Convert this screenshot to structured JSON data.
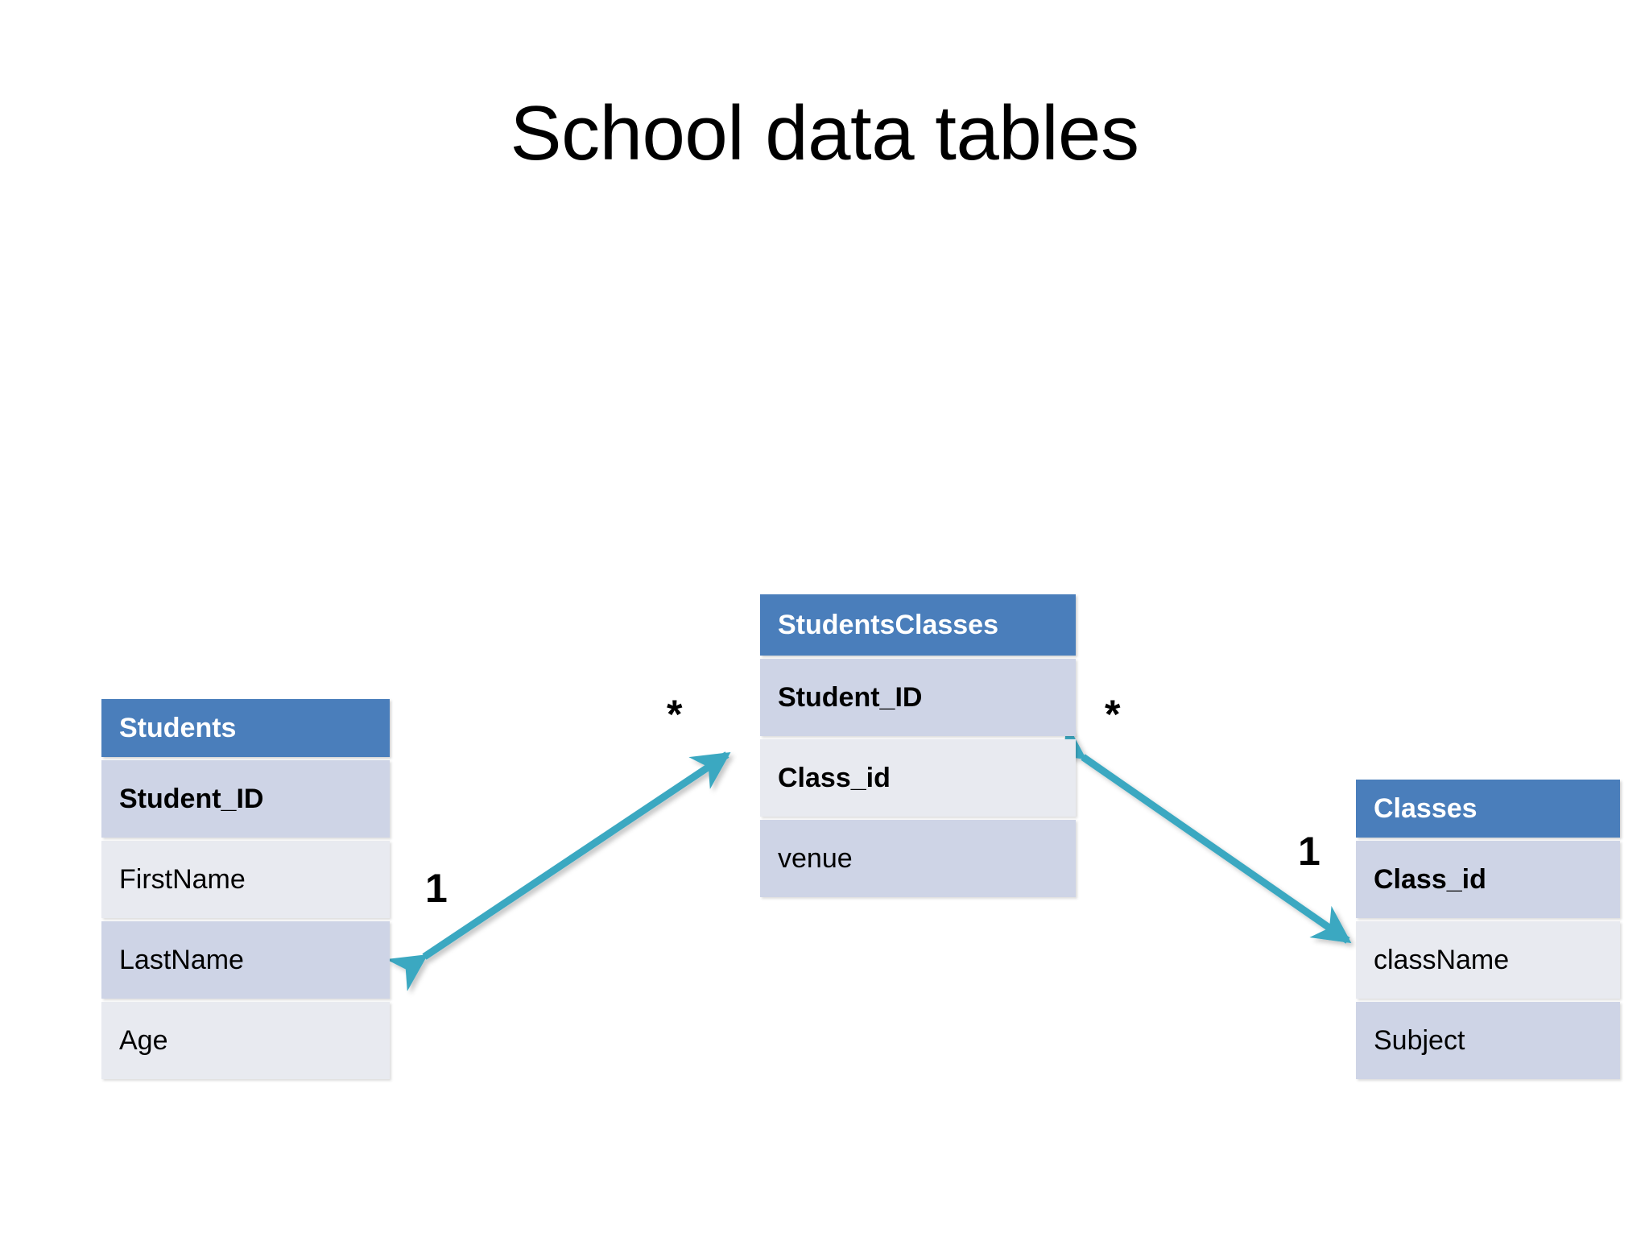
{
  "slide": {
    "title": "School data tables",
    "background_color": "#ffffff"
  },
  "theme": {
    "header_color": "#4a7ebb",
    "header_text_color": "#ffffff",
    "row_dark_color": "#ced4e6",
    "row_light_color": "#e8eaf0",
    "row_text_color": "#000000",
    "connector_color": "#3aa8c1"
  },
  "tables": [
    {
      "id": "students",
      "name": "Students",
      "fields": [
        {
          "label": "Student_ID",
          "bold": true,
          "shade": "dark"
        },
        {
          "label": "FirstName",
          "bold": false,
          "shade": "light"
        },
        {
          "label": "LastName",
          "bold": false,
          "shade": "dark"
        },
        {
          "label": "Age",
          "bold": false,
          "shade": "light"
        }
      ]
    },
    {
      "id": "studentsclasses",
      "name": "StudentsClasses",
      "fields": [
        {
          "label": "Student_ID",
          "bold": true,
          "shade": "dark"
        },
        {
          "label": "Class_id",
          "bold": true,
          "shade": "light"
        },
        {
          "label": "venue",
          "bold": false,
          "shade": "dark"
        }
      ]
    },
    {
      "id": "classes",
      "name": "Classes",
      "fields": [
        {
          "label": "Class_id",
          "bold": true,
          "shade": "dark"
        },
        {
          "label": "className",
          "bold": false,
          "shade": "light"
        },
        {
          "label": "Subject",
          "bold": false,
          "shade": "dark"
        }
      ]
    }
  ],
  "relationships": [
    {
      "id": "students-to-studentsclasses",
      "from_table": "Students",
      "to_table": "StudentsClasses",
      "from_cardinality": "1",
      "to_cardinality": "*",
      "style": "double-headed-arrow"
    },
    {
      "id": "studentsclasses-to-classes",
      "from_table": "StudentsClasses",
      "to_table": "Classes",
      "from_cardinality": "*",
      "to_cardinality": "1",
      "style": "double-headed-arrow"
    }
  ],
  "cardinality_labels": {
    "left_star": "*",
    "left_one": "1",
    "right_star": "*",
    "right_one": "1"
  }
}
